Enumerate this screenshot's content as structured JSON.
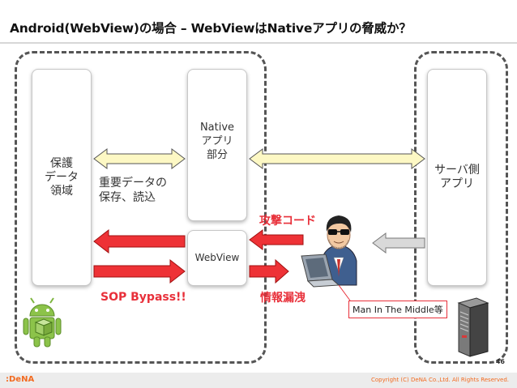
{
  "title": "Android(WebView)の場合 – WebViewはNativeアプリの脅威か？",
  "boxes": {
    "protected": "保護\nデータ\n領域",
    "native": "Native\nアプリ\n部分",
    "webview": "WebView",
    "server": "サーバ側\nアプリ"
  },
  "labels": {
    "important_data": "重要データの\n保存、読込",
    "attack_code": "攻撃コード",
    "info_leak": "情報漏洩",
    "sop_bypass": "SOP Bypass!!",
    "mitm": "Man In The Middle等"
  },
  "colors": {
    "yellow_arrow": "#fdf8c4",
    "red_arrow": "#ee3236",
    "red_text": "#e8303a",
    "brand": "#f26b21"
  },
  "icons": [
    "android-icon",
    "hacker-icon",
    "server-icon"
  ],
  "footer": {
    "page_number": "46",
    "brand": ":DeNA",
    "copyright": "Copyright (C) DeNA Co.,Ltd. All Rights Reserved."
  }
}
